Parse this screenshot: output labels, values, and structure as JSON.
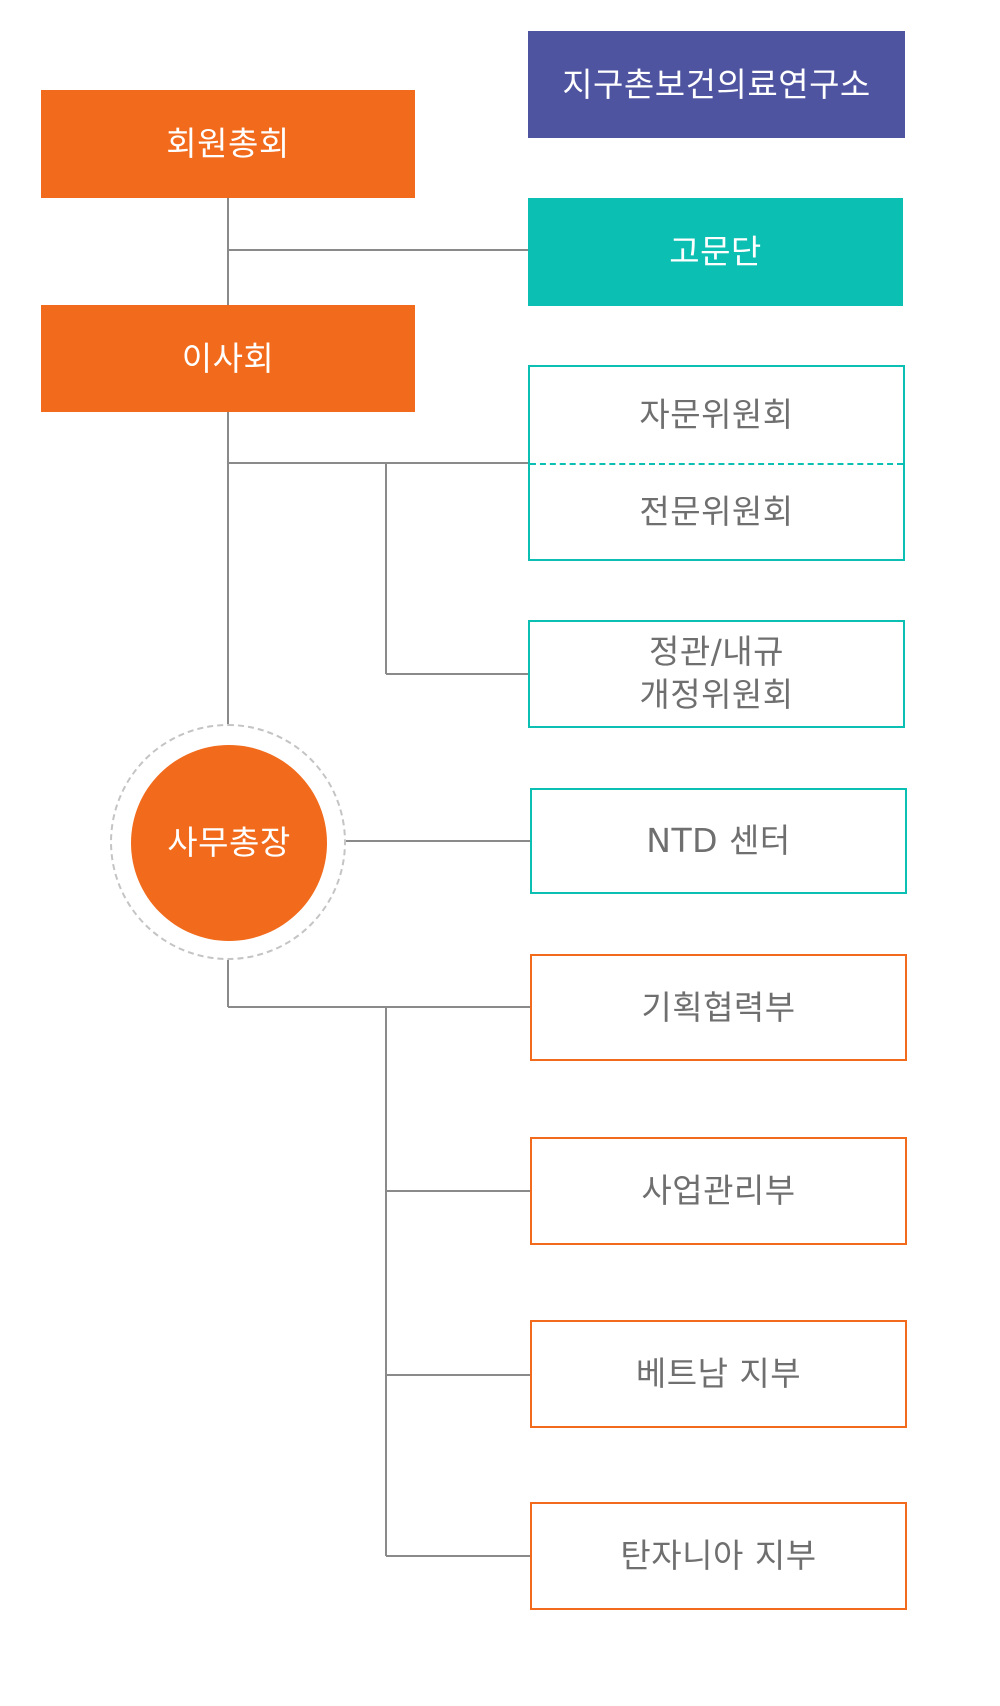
{
  "colors": {
    "orange": "#f26a1b",
    "purple": "#4f54a0",
    "teal": "#0bbfb2",
    "line": "#8a8a8a",
    "dashed_ring": "#c4c4c4"
  },
  "nodes": {
    "general_assembly": "회원총회",
    "research_institute": "지구촌보건의료연구소",
    "advisory_group": "고문단",
    "board": "이사회",
    "advisory_committee": "자문위원회",
    "expert_committee": "전문위원회",
    "bylaws_committee_line1": "정관/내규",
    "bylaws_committee_line2": "개정위원회",
    "secretary_general": "사무총장",
    "ntd_center": "NTD 센터",
    "planning_dept": "기획협력부",
    "project_dept": "사업관리부",
    "vietnam_branch": "베트남 지부",
    "tanzania_branch": "탄자니아 지부"
  }
}
